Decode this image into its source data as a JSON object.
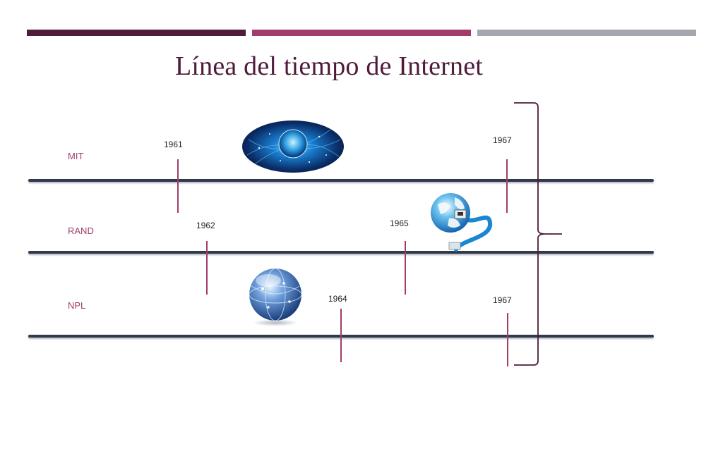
{
  "title": "Línea del tiempo de Internet",
  "rows": [
    {
      "label": "MIT"
    },
    {
      "label": "RAND"
    },
    {
      "label": "NPL"
    }
  ],
  "events": [
    {
      "year": "1961",
      "row": "MIT"
    },
    {
      "year": "1967",
      "row": "MIT"
    },
    {
      "year": "1962",
      "row": "RAND"
    },
    {
      "year": "1965",
      "row": "RAND"
    },
    {
      "year": "1964",
      "row": "NPL"
    },
    {
      "year": "1967",
      "row": "NPL"
    }
  ],
  "icons": [
    "digital-network-globe-icon",
    "globe-with-network-cable-icon",
    "glossy-globe-icon"
  ],
  "colors": {
    "dark_plum": "#4e1b3a",
    "magenta": "#a23d6b",
    "gray": "#a4a8ae",
    "line": "#2f3a4a"
  }
}
